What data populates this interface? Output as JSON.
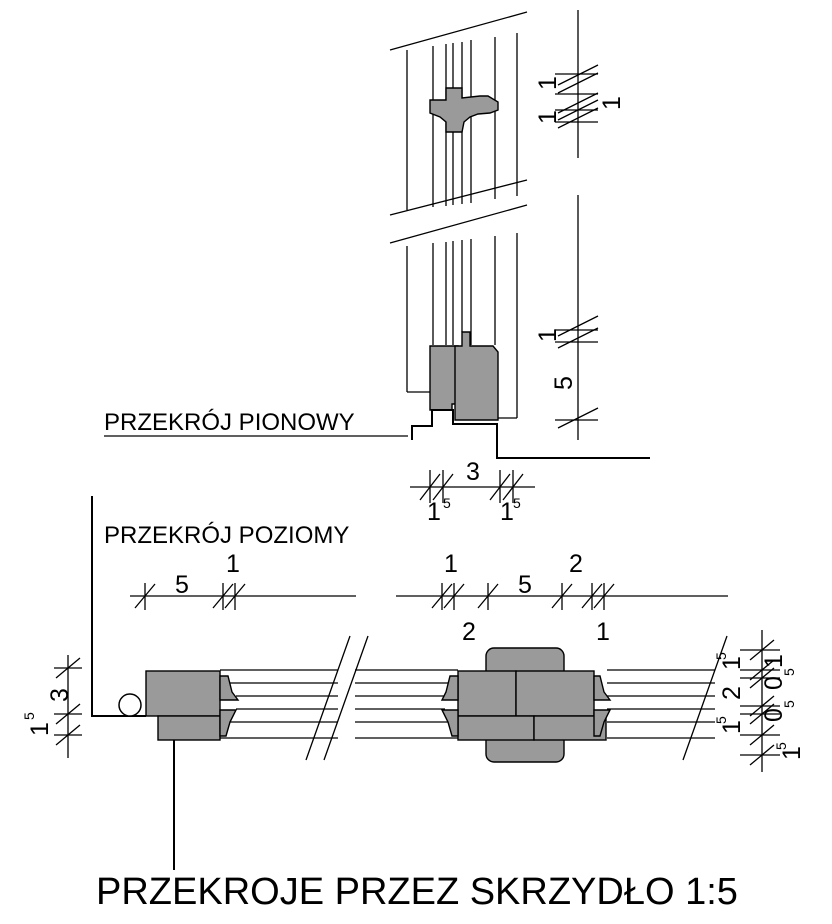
{
  "labels": {
    "vertical_section": "PRZEKRÓJ PIONOWY",
    "horizontal_section": "PRZEKRÓJ POZIOMY",
    "title": "PRZEKROJE PRZEZ SKRZYDŁO  1:5"
  },
  "dims_vertical_right": {
    "d1a": "1",
    "d1b": "1",
    "d1c": "1",
    "d2": "1",
    "d3": "5"
  },
  "dims_vertical_bottom": {
    "w3": "3",
    "w15a": "1",
    "w15a_sup": "5",
    "w15b": "1",
    "w15b_sup": "5"
  },
  "dims_horizontal_left_top": {
    "a": "5",
    "b": "1"
  },
  "dims_horizontal_right_top": {
    "a": "1",
    "b": "5",
    "c": "2",
    "d": "2",
    "e": "1"
  },
  "dims_horizontal_left_side": {
    "a": "3",
    "b": "1",
    "b_sup": "5"
  },
  "dims_horizontal_right_side": {
    "a": "1",
    "a_sup": "5",
    "b": "1",
    "c": "0",
    "c_sup": "5",
    "d": "2",
    "e": "0",
    "e_sup": "5",
    "f": "1",
    "f_sup": "5",
    "g": "1",
    "g_sup": "5"
  }
}
